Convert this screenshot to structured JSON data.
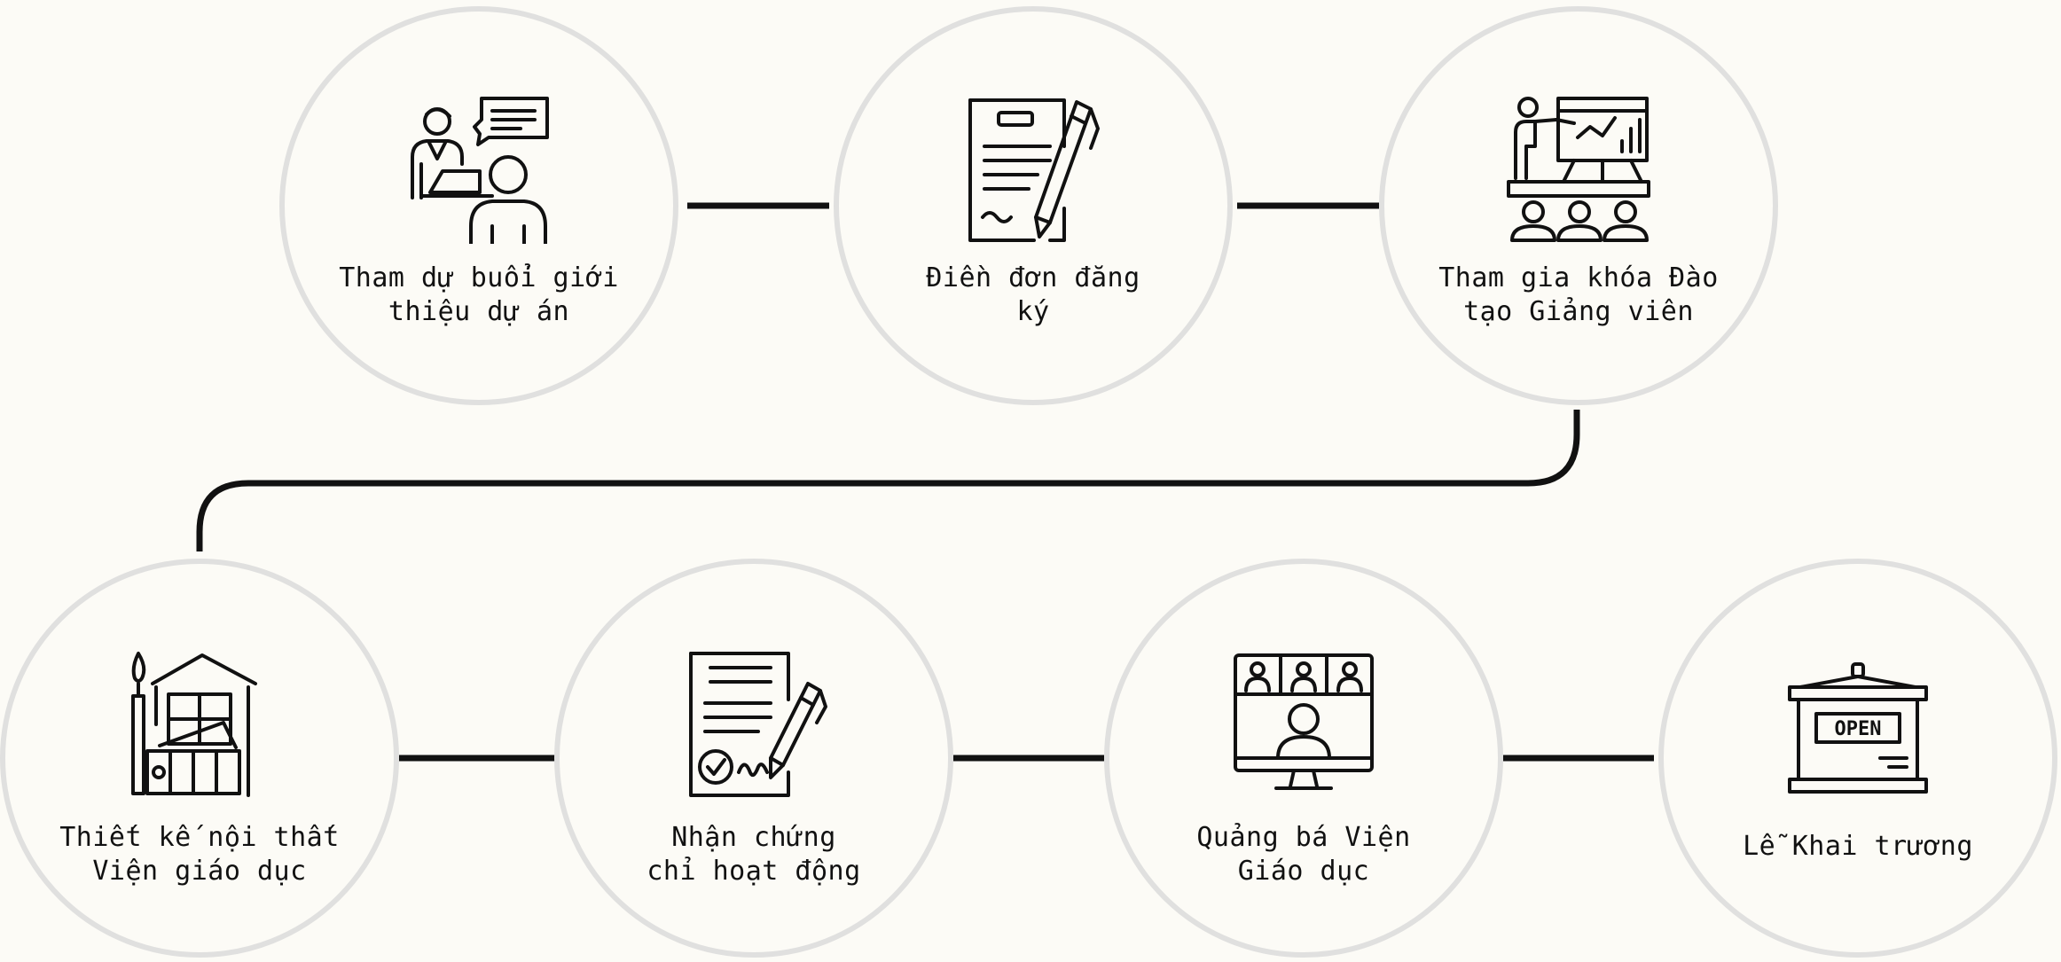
{
  "steps": [
    {
      "label_line1": "Tham dự buổi giới",
      "label_line2": "thiệu dự án",
      "icon": "presentation-meeting-icon"
    },
    {
      "label_line1": "Điền đơn đăng",
      "label_line2": "ký",
      "icon": "form-pen-icon"
    },
    {
      "label_line1": "Tham gia khóa Đào",
      "label_line2": "tạo Giảng viên",
      "icon": "training-class-icon"
    },
    {
      "label_line1": "Thiết kế nội thất",
      "label_line2": "Viện giáo dục",
      "icon": "interior-design-icon"
    },
    {
      "label_line1": "Nhận chứng",
      "label_line2": "chỉ hoạt động",
      "icon": "certificate-signed-icon"
    },
    {
      "label_line1": "Quảng bá Viện",
      "label_line2": "Giáo dục",
      "icon": "video-conference-icon"
    },
    {
      "label_line1": "Lễ Khai trương",
      "label_line2": "",
      "icon": "open-sign-icon"
    }
  ],
  "open_sign_text": "OPEN",
  "colors": {
    "background": "#fcfbf6",
    "circle_border": "#e0e0df",
    "connector": "#111111"
  }
}
